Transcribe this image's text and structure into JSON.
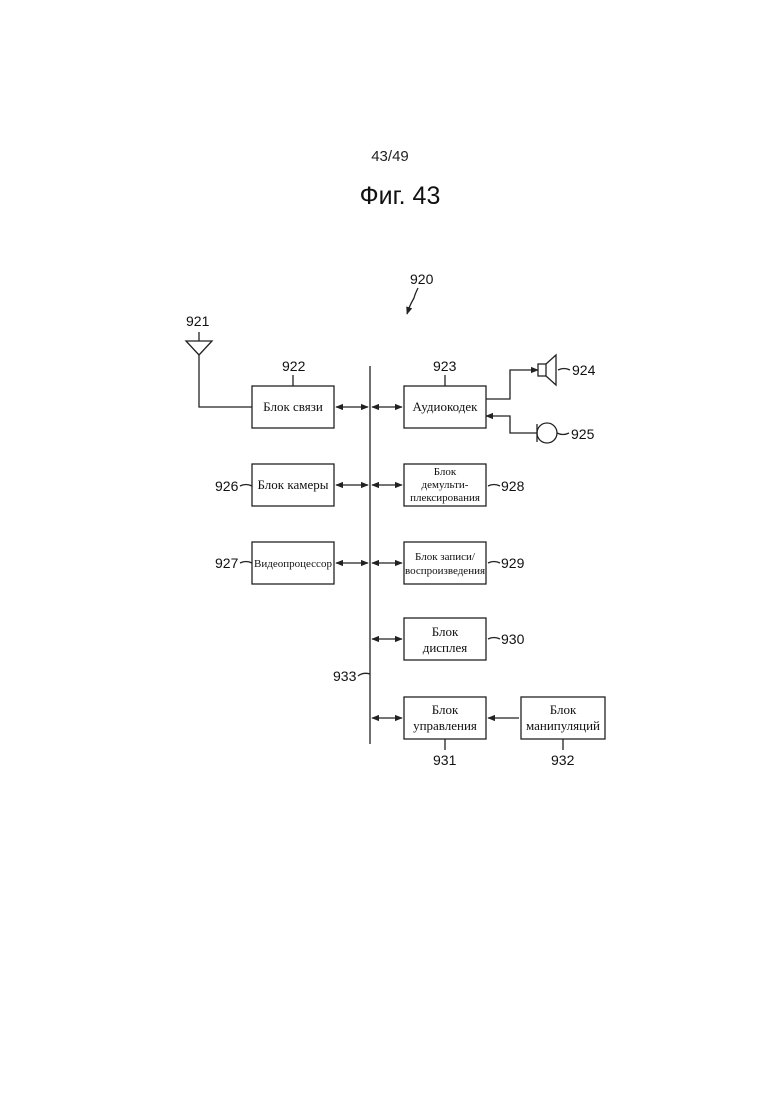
{
  "page_number": "43/49",
  "figure_title": "Фиг. 43",
  "refs": {
    "device": "920",
    "antenna": "921",
    "comm": "922",
    "audio": "923",
    "speaker": "924",
    "mic": "925",
    "camera": "926",
    "video": "927",
    "demux": "928",
    "record": "929",
    "display": "930",
    "control": "931",
    "manip": "932",
    "bus": "933"
  },
  "blocks": {
    "comm": [
      "Блок связи"
    ],
    "audio": [
      "Аудиокодек"
    ],
    "camera": [
      "Блок камеры"
    ],
    "demux": [
      "Блок",
      "демульти-",
      "плексирования"
    ],
    "video": [
      "Видеопроцессор"
    ],
    "record": [
      "Блок записи/",
      "воспроизведения"
    ],
    "display": [
      "Блок",
      "дисплея"
    ],
    "control": [
      "Блок",
      "управления"
    ],
    "manip": [
      "Блок",
      "манипуляций"
    ]
  }
}
